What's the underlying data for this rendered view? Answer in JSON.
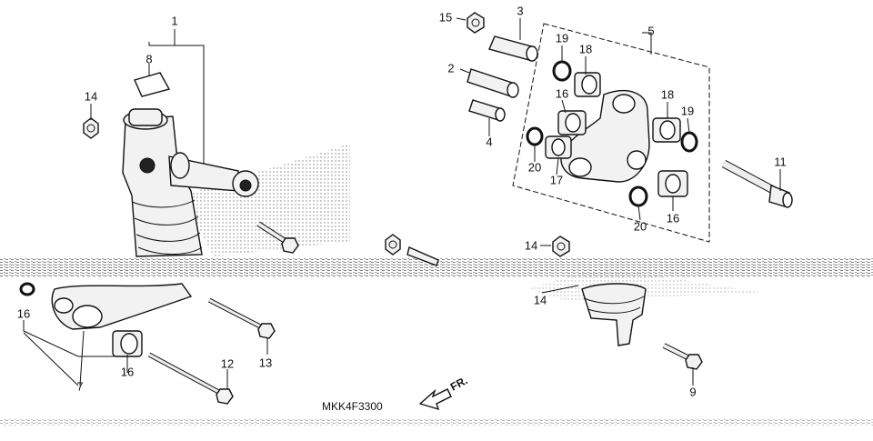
{
  "diagram": {
    "code": "MKK4F3300",
    "front_label": "FR.",
    "callouts": [
      {
        "id": "c1",
        "text": "1"
      },
      {
        "id": "c2",
        "text": "2"
      },
      {
        "id": "c3",
        "text": "3"
      },
      {
        "id": "c4",
        "text": "4"
      },
      {
        "id": "c5",
        "text": "5"
      },
      {
        "id": "c7",
        "text": "7"
      },
      {
        "id": "c8",
        "text": "8"
      },
      {
        "id": "c9",
        "text": "9"
      },
      {
        "id": "c11",
        "text": "11"
      },
      {
        "id": "c12",
        "text": "12"
      },
      {
        "id": "c13",
        "text": "13"
      },
      {
        "id": "c14a",
        "text": "14"
      },
      {
        "id": "c14b",
        "text": "14"
      },
      {
        "id": "c14c",
        "text": "14"
      },
      {
        "id": "c15",
        "text": "15"
      },
      {
        "id": "c16a",
        "text": "16"
      },
      {
        "id": "c16b",
        "text": "16"
      },
      {
        "id": "c16c",
        "text": "16"
      },
      {
        "id": "c16d",
        "text": "16"
      },
      {
        "id": "c17",
        "text": "17"
      },
      {
        "id": "c18a",
        "text": "18"
      },
      {
        "id": "c18b",
        "text": "18"
      },
      {
        "id": "c19a",
        "text": "19"
      },
      {
        "id": "c19b",
        "text": "19"
      },
      {
        "id": "c20a",
        "text": "20"
      },
      {
        "id": "c20b",
        "text": "20"
      }
    ]
  }
}
